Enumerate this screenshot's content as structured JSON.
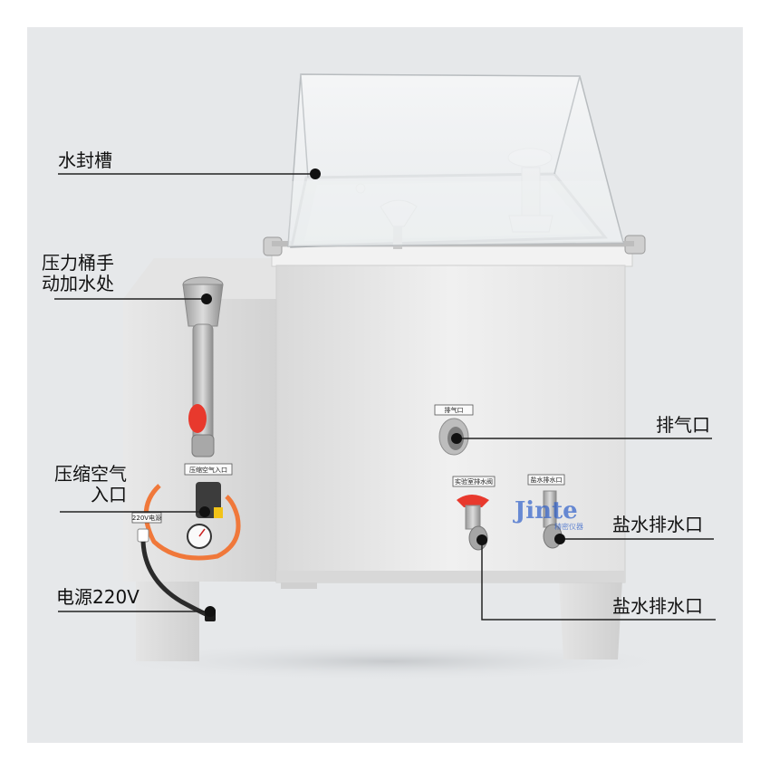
{
  "labels": {
    "water_seal": "水封槽",
    "pressure_bucket": [
      "压力桶手",
      "动加水处"
    ],
    "compressed_air": [
      "压缩空气",
      "入口"
    ],
    "power": "电源220V",
    "exhaust": "排气口",
    "brine_drain_1": "盐水排水口",
    "brine_drain_2": "盐水排水口"
  },
  "plates": {
    "compressed_air_inlet": "压缩空气入口",
    "power_220v": "220V电源",
    "exhaust_port": "排气口",
    "lab_drain": "实验室排水阀",
    "brine_drain": "盐水排水口"
  },
  "logo": {
    "text": "Jinte",
    "sub": "精密仪器"
  },
  "colors": {
    "background": "#e6e8ea",
    "body": "#eeeeee",
    "body_shade": "#d4d4d4",
    "valve_red": "#e8392d",
    "hose_orange": "#f0783a",
    "hose_black": "#2b2b2b",
    "logo_blue": "#2f5fc9",
    "leader": "#222222"
  }
}
